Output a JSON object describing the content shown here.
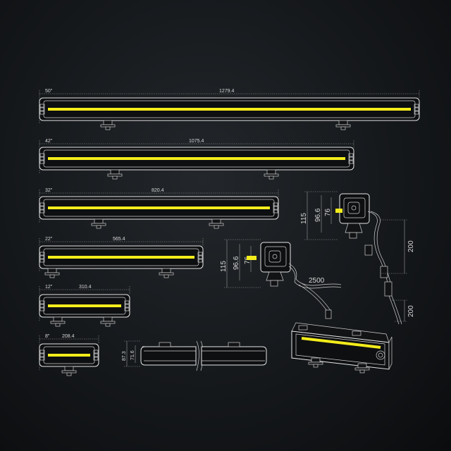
{
  "bars": [
    {
      "size": "50\"",
      "length": "1279.4"
    },
    {
      "size": "42\"",
      "length": "1075.4"
    },
    {
      "size": "32\"",
      "length": "820.4"
    },
    {
      "size": "22\"",
      "length": "565.4"
    },
    {
      "size": "12\"",
      "length": "310.4"
    },
    {
      "size": "8\"",
      "length": "208.4"
    }
  ],
  "side_view": {
    "total_height": "87.3",
    "body_height": "71.6"
  },
  "bracket_views": [
    {
      "height_total": "115",
      "height_mid": "96.6",
      "height_body": "76",
      "cable_drop": "200",
      "cable_end": "200"
    },
    {
      "height_total": "115",
      "height_mid": "96.6",
      "height_body": "76",
      "cable_length": "2500"
    }
  ],
  "colors": {
    "background": "#15181b",
    "beam": "#f3ec1b",
    "line": "#e6e6e6",
    "dimension": "#9a9a9a"
  }
}
